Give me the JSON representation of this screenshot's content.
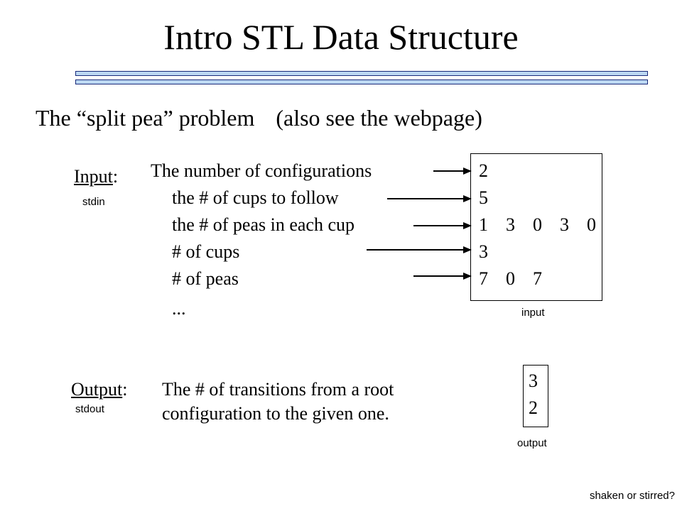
{
  "slide": {
    "title": "Intro STL Data Structure",
    "subtitle_main": "The “split pea” problem",
    "subtitle_note": "(also see the webpage)"
  },
  "input": {
    "label": "Input",
    "label_suffix": ":",
    "stream": "stdin",
    "descriptions": [
      "The number of configurations",
      "the # of cups to follow",
      "the # of peas in each cup",
      "# of cups",
      "# of peas",
      "..."
    ],
    "values": [
      "2",
      "5",
      "1  3  0  3  0",
      "3",
      "7  0  7"
    ],
    "caption": "input"
  },
  "output": {
    "label": "Output",
    "label_suffix": ":",
    "stream": "stdout",
    "description_line1": "The # of transitions from a root",
    "description_line2": "configuration to the given one.",
    "values": [
      "3",
      "2"
    ],
    "caption": "output"
  },
  "footer": "shaken or stirred?"
}
